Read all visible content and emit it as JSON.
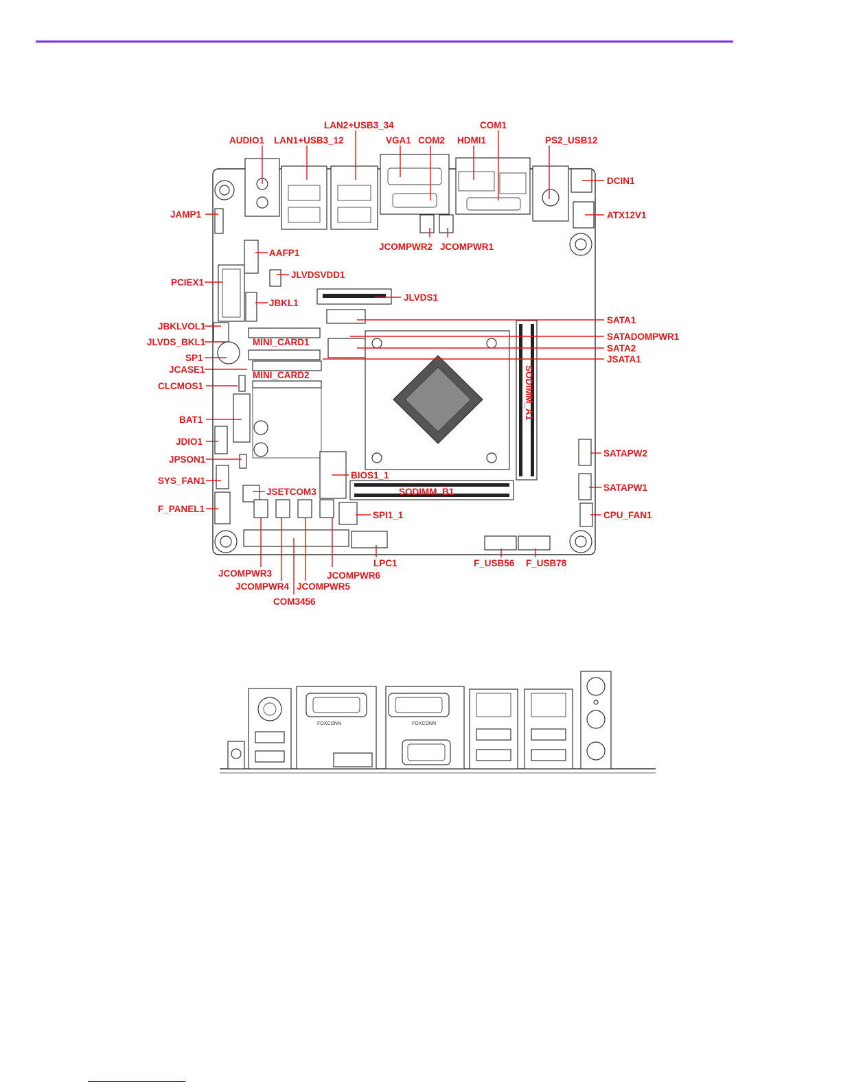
{
  "board_labels": {
    "lan2_usb3_34": "LAN2+USB3_34",
    "com1": "COM1",
    "audio1": "AUDIO1",
    "lan1_usb3_12": "LAN1+USB3_12",
    "vga1": "VGA1",
    "com2": "COM2",
    "hdmi1": "HDMI1",
    "ps2_usb12": "PS2_USB12",
    "dcin1": "DCIN1",
    "atx12v1": "ATX12V1",
    "jamp1": "JAMP1",
    "jcompwr2": "JCOMPWR2",
    "jcompwr1": "JCOMPWR1",
    "aafp1": "AAFP1",
    "jlvdsvdd1": "JLVDSVDD1",
    "pciex1": "PCIEX1",
    "jbkl1": "JBKL1",
    "jlvds1": "JLVDS1",
    "sata1": "SATA1",
    "jbklvol1": "JBKLVOL1",
    "satadompwr1": "SATADOMPWR1",
    "jlvds_bkl1": "JLVDS_BKL1",
    "mini_card1": "MINI_CARD1",
    "sata2": "SATA2",
    "sp1": "SP1",
    "jsata1": "JSATA1",
    "jcase1": "JCASE1",
    "mini_card2": "MINI_CARD2",
    "clcmos1": "CLCMOS1",
    "sodimm_a1": "SODIMM_A1",
    "bat1": "BAT1",
    "jdio1": "JDIO1",
    "satapw2": "SATAPW2",
    "jpson1": "JPSON1",
    "bios1_1": "BIOS1_1",
    "sys_fan1": "SYS_FAN1",
    "satapw1": "SATAPW1",
    "jsetcom3": "JSETCOM3",
    "sodimm_b1": "SODIMM_B1",
    "f_panel1": "F_PANEL1",
    "spi1_1": "SPI1_1",
    "cpu_fan1": "CPU_FAN1",
    "lpc1": "LPC1",
    "f_usb56": "F_USB56",
    "f_usb78": "F_USB78",
    "jcompwr3": "JCOMPWR3",
    "jcompwr6": "JCOMPWR6",
    "jcompwr4": "JCOMPWR4",
    "jcompwr5": "JCOMPWR5",
    "com3456": "COM3456"
  },
  "io_panel": {
    "foxconn_left": "FOXCONN",
    "foxconn_right": "FOXCONN"
  },
  "colors": {
    "label": "#e8161a",
    "top_rule": "#7b2cf0",
    "bottom_rule": "#2b2bd6",
    "line_art": "#333333"
  }
}
